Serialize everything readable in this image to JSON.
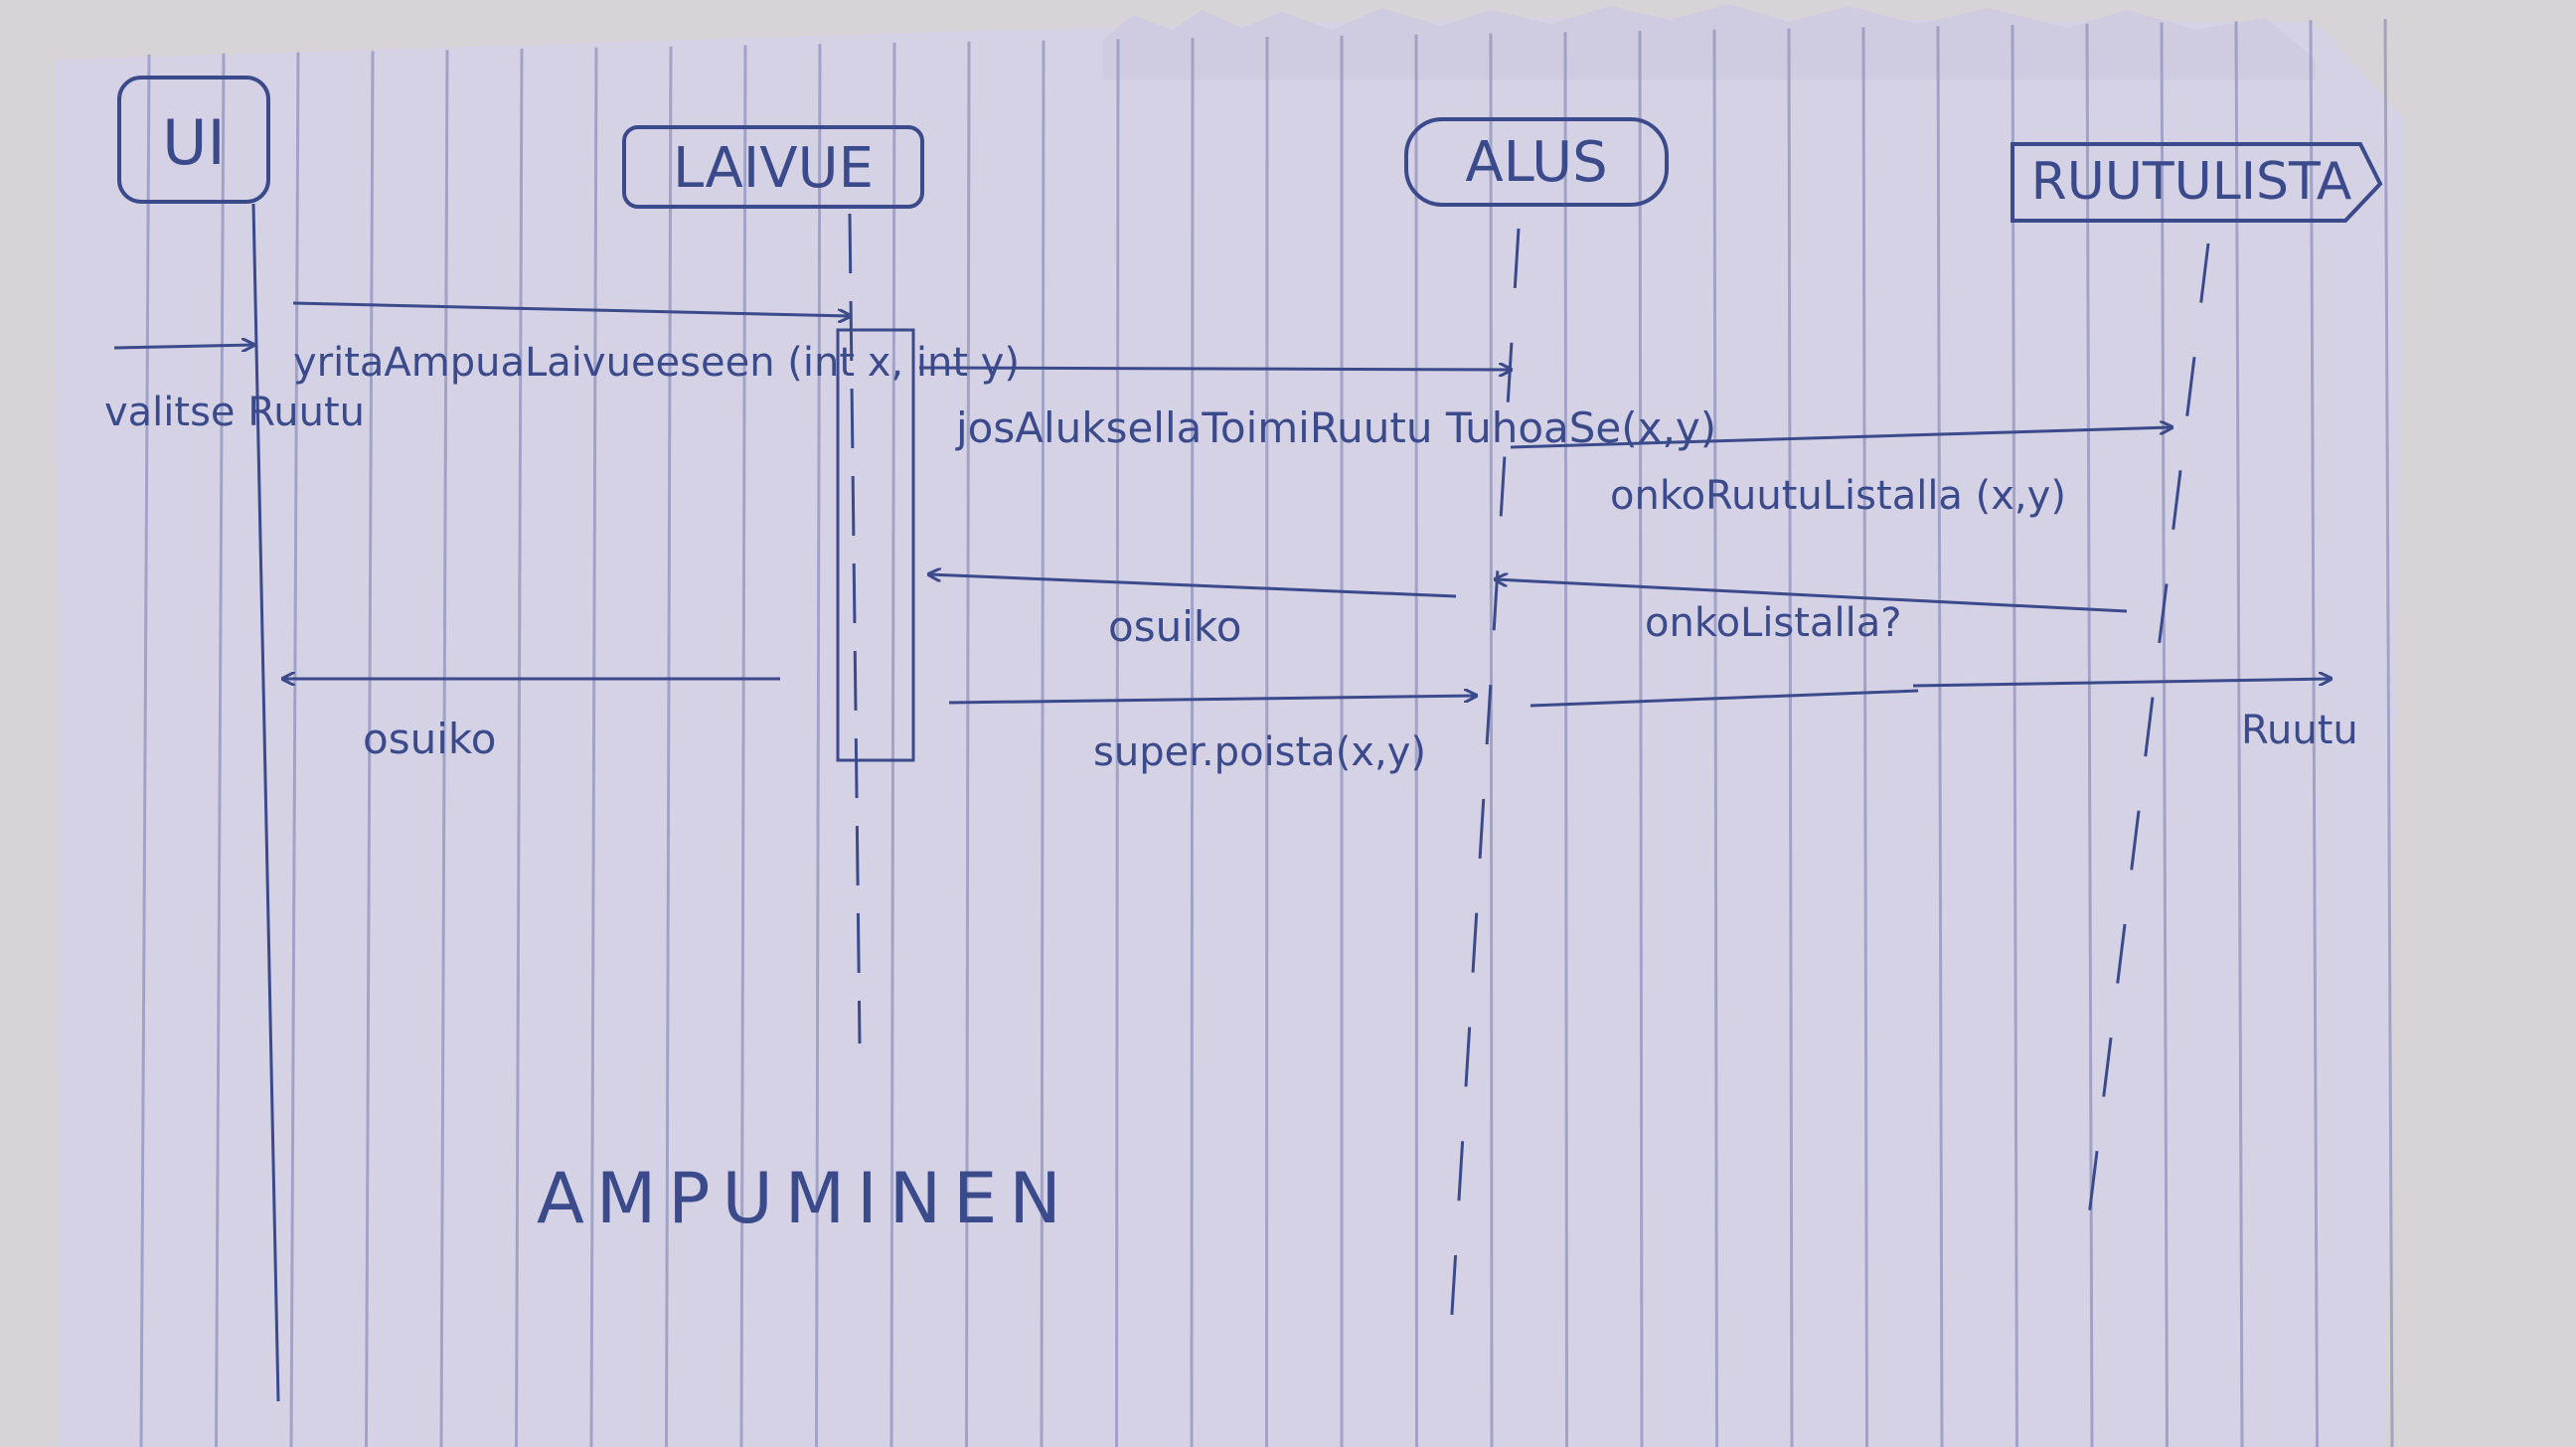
{
  "diagram": {
    "title": "AMPUMINEN",
    "colors": {
      "ink": "#3b4a8a",
      "paper": "#d6d2e6",
      "rule": "#8f93bd",
      "background": "#d8d3d6"
    },
    "participants": [
      {
        "id": "ui",
        "label": "UI"
      },
      {
        "id": "laivue",
        "label": "LAIVUE"
      },
      {
        "id": "alus",
        "label": "ALUS"
      },
      {
        "id": "ruutulista",
        "label": "RUUTULISTA"
      }
    ],
    "messages": [
      {
        "id": "m0",
        "from": "external",
        "to": "ui",
        "label": "valitse Ruutu",
        "kind": "call"
      },
      {
        "id": "m1",
        "from": "ui",
        "to": "laivue",
        "label": "yritaAmpuaLaivueeseen (int x, int y)",
        "kind": "call"
      },
      {
        "id": "m2",
        "from": "laivue",
        "to": "alus",
        "label": "josAluksellaToimiRuutu TuhoaSe(x,y)",
        "kind": "call"
      },
      {
        "id": "m3",
        "from": "alus",
        "to": "ruutulista",
        "label": "onkoRuutuListalla (x,y)",
        "kind": "call"
      },
      {
        "id": "m4",
        "from": "ruutulista",
        "to": "alus",
        "label": "onkoListalla?",
        "kind": "return"
      },
      {
        "id": "m5",
        "from": "alus",
        "to": "laivue",
        "label": "osuiko",
        "kind": "return"
      },
      {
        "id": "m6",
        "from": "laivue",
        "to": "ui",
        "label": "osuiko",
        "kind": "return"
      },
      {
        "id": "m7",
        "from": "laivue",
        "to": "alus",
        "label": "super.poista(x,y)",
        "kind": "call"
      },
      {
        "id": "m8",
        "from": "alus",
        "to": "ruutulista",
        "label": "",
        "kind": "call"
      },
      {
        "id": "m9",
        "from": "ruutulista",
        "to": "outside",
        "label": "Ruutu",
        "kind": "call"
      }
    ]
  }
}
